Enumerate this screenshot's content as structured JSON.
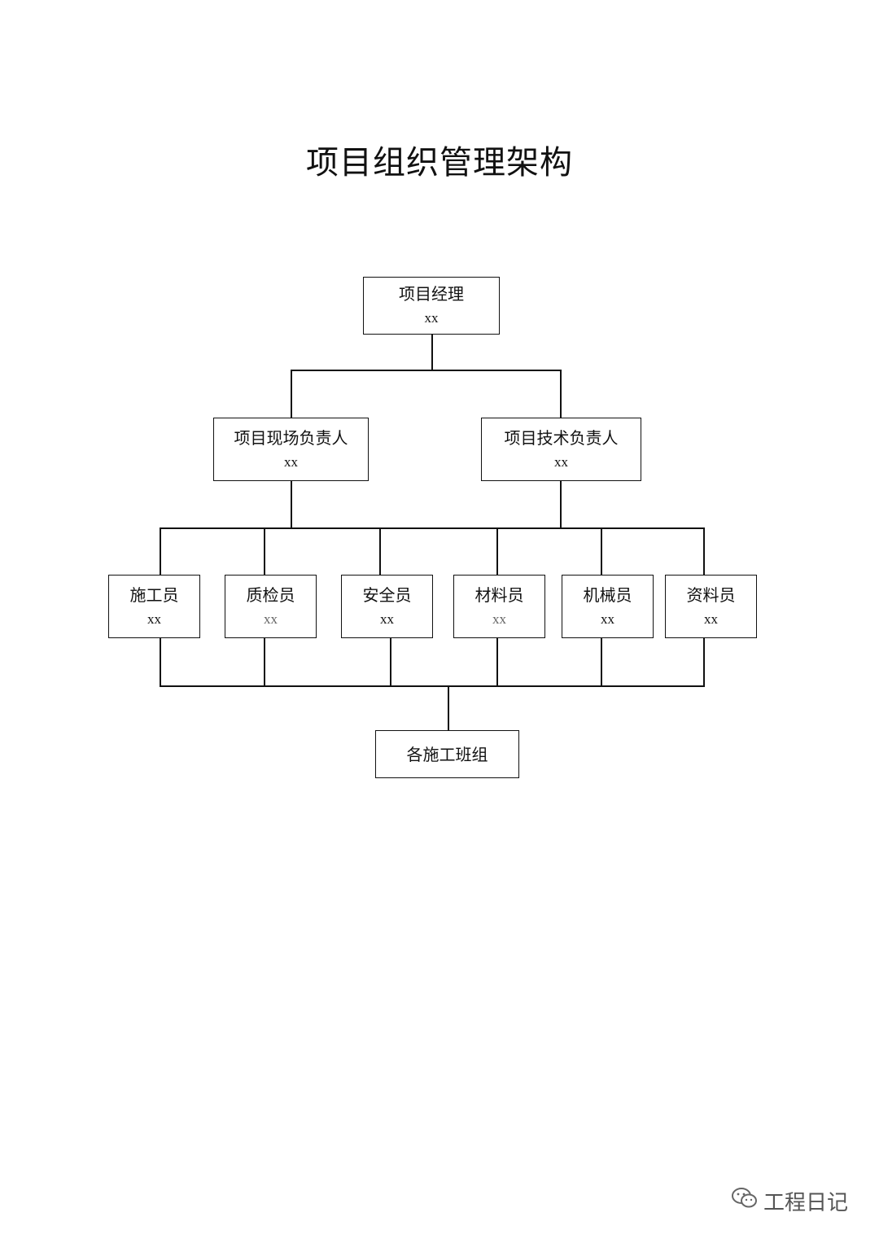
{
  "title": "项目组织管理架构",
  "nodes": {
    "manager": {
      "role": "项目经理",
      "name": "xx"
    },
    "site_lead": {
      "role": "项目现场负责人",
      "name": "xx"
    },
    "tech_lead": {
      "role": "项目技术负责人",
      "name": "xx"
    },
    "staff": [
      {
        "role": "施工员",
        "name": "xx"
      },
      {
        "role": "质检员",
        "name": "xx"
      },
      {
        "role": "安全员",
        "name": "xx"
      },
      {
        "role": "材料员",
        "name": "xx"
      },
      {
        "role": "机械员",
        "name": "xx"
      },
      {
        "role": "资料员",
        "name": "xx"
      }
    ],
    "teams": {
      "role": "各施工班组"
    }
  },
  "watermark": {
    "text": "工程日记",
    "icon": "wechat-icon"
  }
}
